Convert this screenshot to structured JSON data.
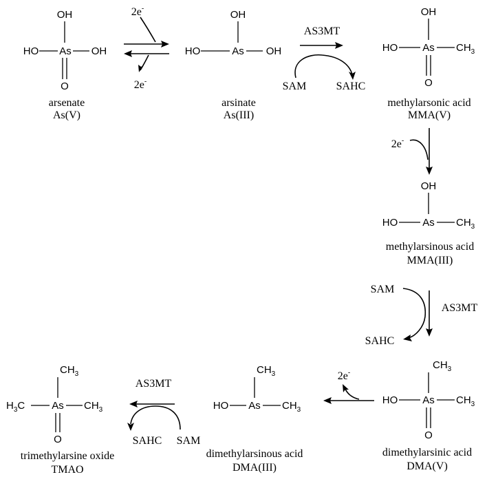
{
  "compounds": {
    "arsenate": {
      "atoms": {
        "top": "OH",
        "left": "HO",
        "center": "As",
        "right": "OH",
        "bottom": "O"
      },
      "name": "arsenate",
      "abbr": "As(V)"
    },
    "arsinate": {
      "atoms": {
        "top": "OH",
        "left": "HO",
        "center": "As",
        "right": "OH"
      },
      "name": "arsinate",
      "abbr": "As(III)"
    },
    "mma5": {
      "atoms": {
        "top": "OH",
        "left": "HO",
        "center": "As",
        "right": "CH",
        "right_sub": "3",
        "bottom": "O"
      },
      "name": "methylarsonic acid",
      "abbr": "MMA(V)"
    },
    "mma3": {
      "atoms": {
        "top": "OH",
        "left": "HO",
        "center": "As",
        "right": "CH",
        "right_sub": "3"
      },
      "name": "methylarsinous acid",
      "abbr": "MMA(III)"
    },
    "dma5": {
      "atoms": {
        "top": "CH",
        "top_sub": "3",
        "left": "HO",
        "center": "As",
        "right": "CH",
        "right_sub": "3",
        "bottom": "O"
      },
      "name": "dimethylarsinic acid",
      "abbr": "DMA(V)"
    },
    "dma3": {
      "atoms": {
        "top": "CH",
        "top_sub": "3",
        "left": "HO",
        "center": "As",
        "right": "CH",
        "right_sub": "3"
      },
      "name": "dimethylarsinous acid",
      "abbr": "DMA(III)"
    },
    "tmao": {
      "atoms": {
        "top": "CH",
        "top_sub": "3",
        "left": "H",
        "left_sub": "3",
        "left_tail": "C",
        "center": "As",
        "right": "CH",
        "right_sub": "3",
        "bottom": "O"
      },
      "name": "trimethylarsine oxide",
      "abbr": "TMAO"
    }
  },
  "reactions": {
    "r1": {
      "forward": "2e",
      "forward_sup": "-",
      "reverse": "2e",
      "reverse_sup": "-"
    },
    "r2": {
      "enzyme": "AS3MT",
      "cofactor_in": "SAM",
      "cofactor_out": "SAHC"
    },
    "r3": {
      "electrons": "2e",
      "electrons_sup": "-"
    },
    "r4": {
      "enzyme": "AS3MT",
      "cofactor_in": "SAM",
      "cofactor_out": "SAHC"
    },
    "r5": {
      "electrons": "2e",
      "electrons_sup": "-"
    },
    "r6": {
      "enzyme": "AS3MT",
      "cofactor_in": "SAM",
      "cofactor_out": "SAHC"
    }
  }
}
